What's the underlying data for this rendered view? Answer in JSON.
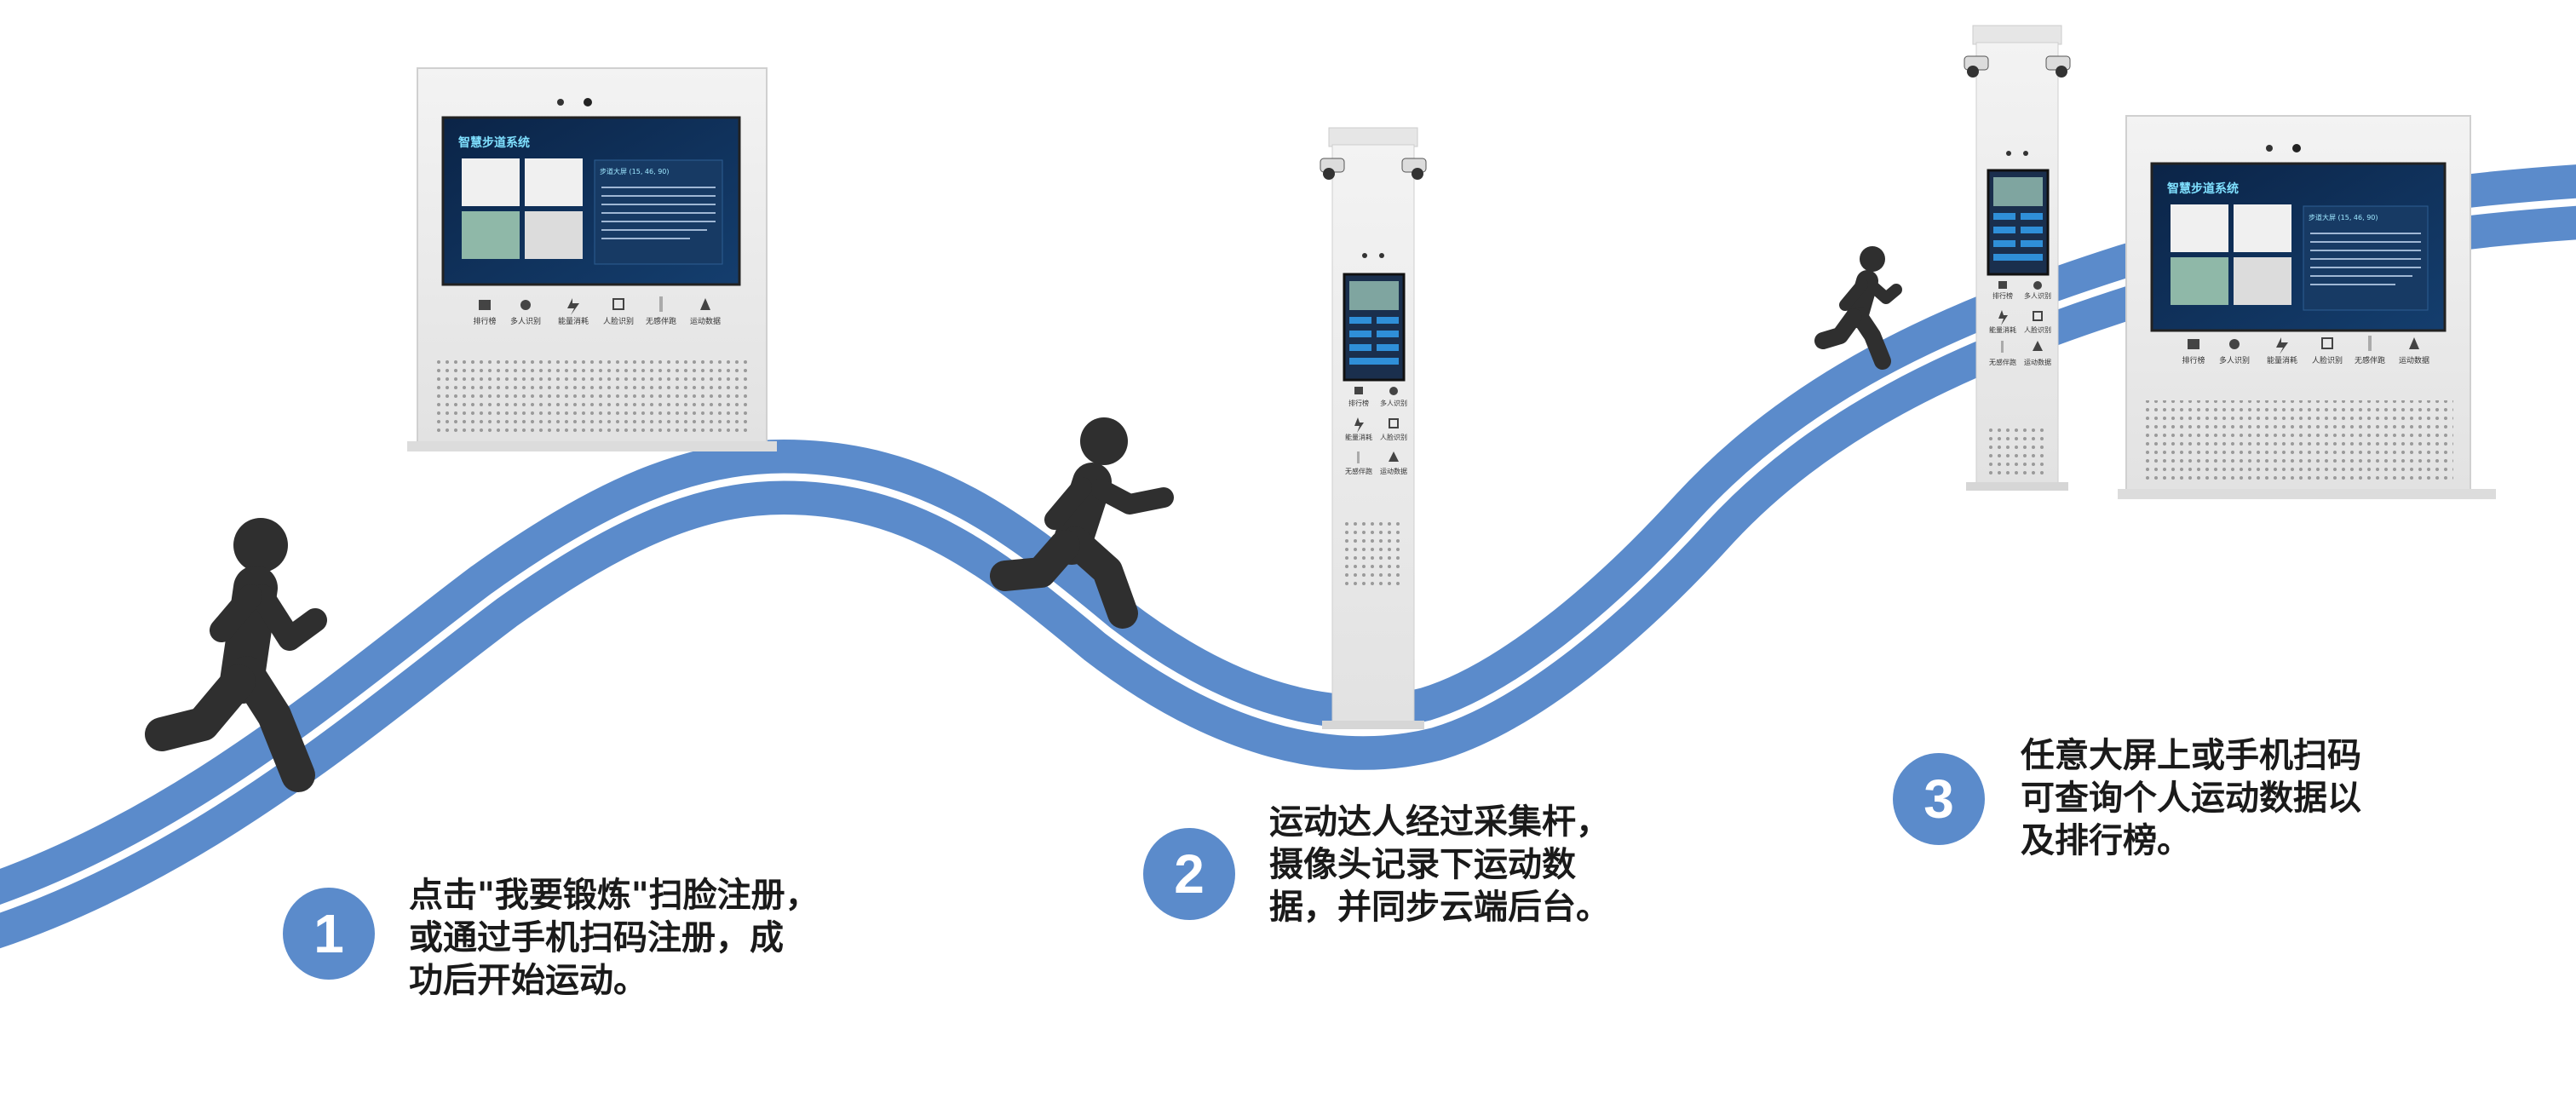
{
  "kiosk_left": {
    "title": "智慧步道系统",
    "panel_head": "步道大屏 (15, 46, 90)",
    "icons": [
      "排行榜",
      "多人识别",
      "能量消耗",
      "人脸识别",
      "无感伴跑",
      "运动数据"
    ]
  },
  "pole_center": {
    "icons": [
      "排行榜",
      "多人识别",
      "能量消耗",
      "人脸识别",
      "无感伴跑",
      "运动数据"
    ]
  },
  "pole_right": {
    "icons": [
      "排行榜",
      "多人识别",
      "能量消耗",
      "人脸识别",
      "无感伴跑",
      "运动数据"
    ]
  },
  "kiosk_right": {
    "title": "智慧步道系统",
    "panel_head": "步道大屏 (15, 46, 90)",
    "icons": [
      "排行榜",
      "多人识别",
      "能量消耗",
      "人脸识别",
      "无感伴跑",
      "运动数据"
    ]
  },
  "steps": [
    {
      "number": "1",
      "text": "点击\"我要锻炼\"扫脸注册，\n或通过手机扫码注册，成\n功后开始运动。"
    },
    {
      "number": "2",
      "text": "运动达人经过采集杆，\n摄像头记录下运动数\n据，并同步云端后台。"
    },
    {
      "number": "3",
      "text": "任意大屏上或手机扫码\n可查询个人运动数据以\n及排行榜。"
    }
  ],
  "colors": {
    "track": "#5b8bcb",
    "lane_line": "#ffffff",
    "runner": "#2f2f2f",
    "kiosk_body": "#eeeeee",
    "screen_bg": "#0e2a4f"
  }
}
